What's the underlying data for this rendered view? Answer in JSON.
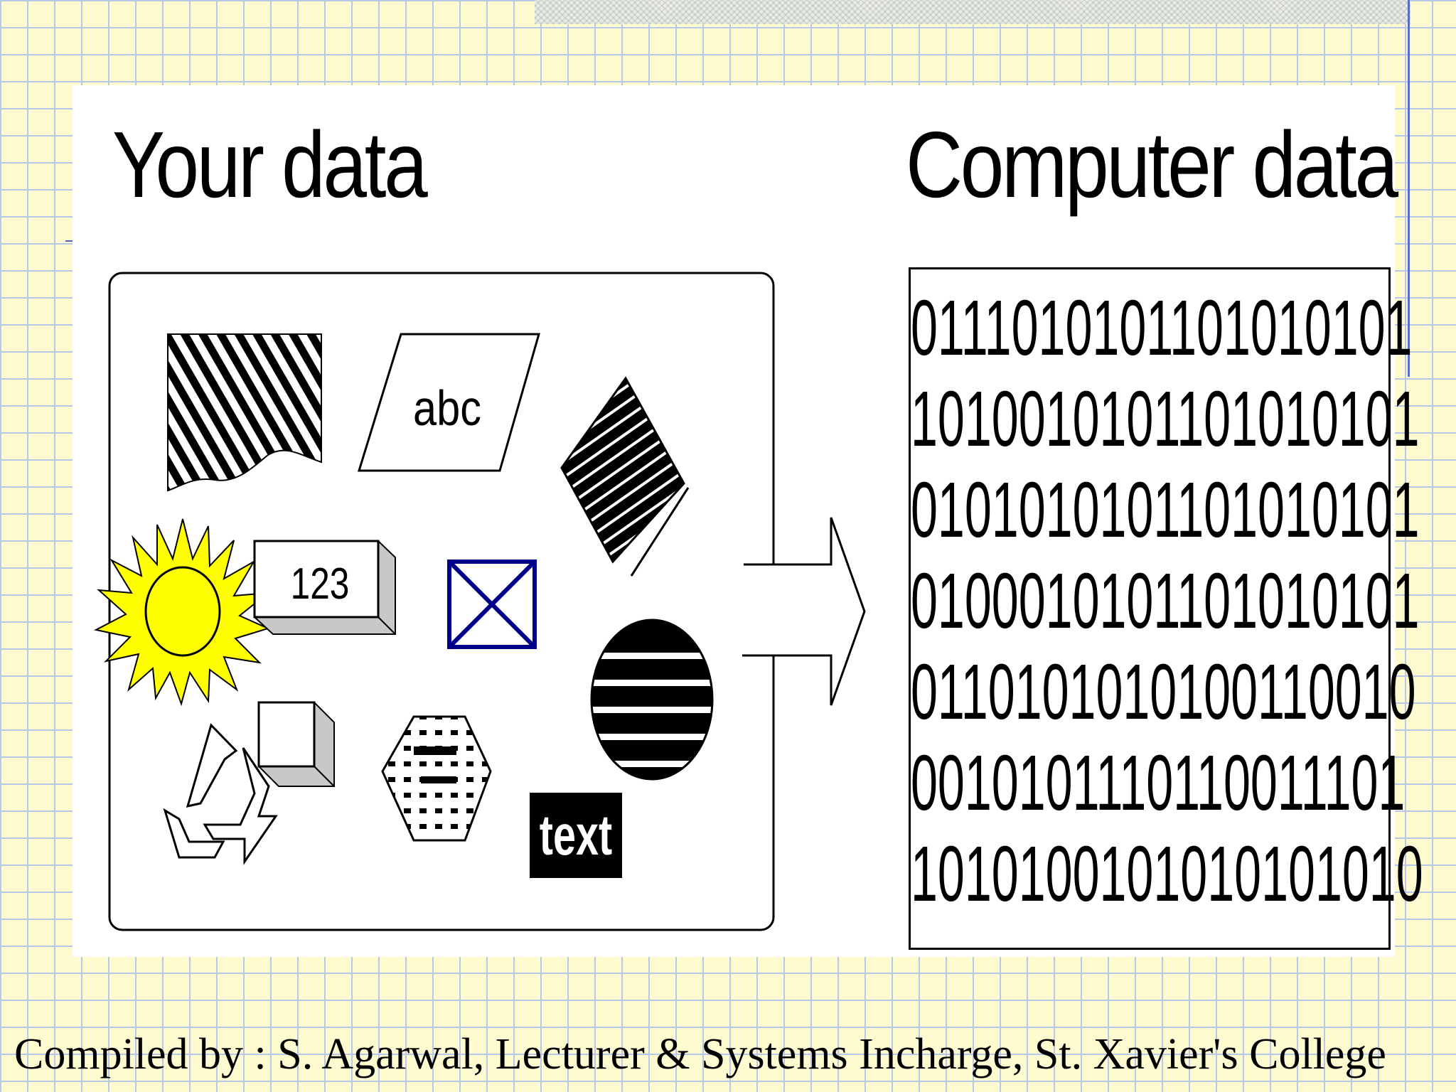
{
  "headings": {
    "left": "Your data",
    "right": "Computer data"
  },
  "shapes": {
    "parallelogram_text": "abc",
    "box_text": "123",
    "text_block": "text"
  },
  "binary": {
    "lines": [
      "0111010101101010101",
      "1010010101101010101",
      "0101010101101010101",
      "0100010101101010101",
      "0110101010100110010",
      "0010101110110011101",
      "1010100101010101010"
    ]
  },
  "footer": {
    "text": "Compiled by : S. Agarwal, Lecturer & Systems Incharge, St. Xavier's College"
  },
  "colors": {
    "background": "#fdfbcf",
    "grid": "#b9c7ea",
    "sun_fill": "#ffff00",
    "envelope_stroke": "#00008b",
    "box_side": "#c8c8c8"
  }
}
